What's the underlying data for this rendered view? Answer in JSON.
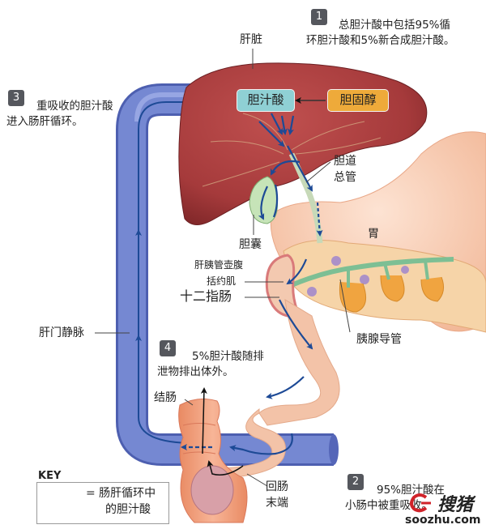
{
  "title": "肠肝循环示意图",
  "colors": {
    "liver": "#a8393c",
    "vein": "#6b7fc8",
    "vein_dark": "#4a5aa8",
    "arrow": "#1d4a96",
    "bile_acid_box": "#8fd0d4",
    "cholesterol_box": "#eeaa3a",
    "intestine": "#f0b49a",
    "colon": "#ee9470",
    "gallbladder": "#bfe0b0",
    "step_badge": "#55575d"
  },
  "labels": {
    "liver": "肝脏",
    "bile_acid": "胆汁酸",
    "cholesterol": "胆固醇",
    "common_bile_duct_1": "胆道",
    "common_bile_duct_2": "总管",
    "gallbladder": "胆囊",
    "stomach": "胃",
    "sphincter_1": "肝胰管壶腹",
    "sphincter_2": "括约肌",
    "duodenum": "十二指肠",
    "pancreatic_duct": "胰腺导管",
    "portal_vein": "肝门静脉",
    "colon": "结肠",
    "ileum_1": "回肠",
    "ileum_2": "末端"
  },
  "steps": [
    {
      "number": "1",
      "line1": "总胆汁酸中包括95%循",
      "line2": "环胆汁酸和5%新合成胆汁酸。"
    },
    {
      "number": "2",
      "line1": "95%胆汁酸在",
      "line2": "小肠中被重吸收。"
    },
    {
      "number": "3",
      "line1": "重吸收的胆汁酸",
      "line2": "进入肠肝循环。"
    },
    {
      "number": "4",
      "line1": "5%胆汁酸随排",
      "line2": "泄物排出体外。"
    }
  ],
  "key": {
    "title": "KEY",
    "line1": "= 肠肝循环中",
    "line2": "的胆汁酸"
  },
  "watermark": {
    "brand": "搜猪",
    "url": "soozhu.com"
  }
}
